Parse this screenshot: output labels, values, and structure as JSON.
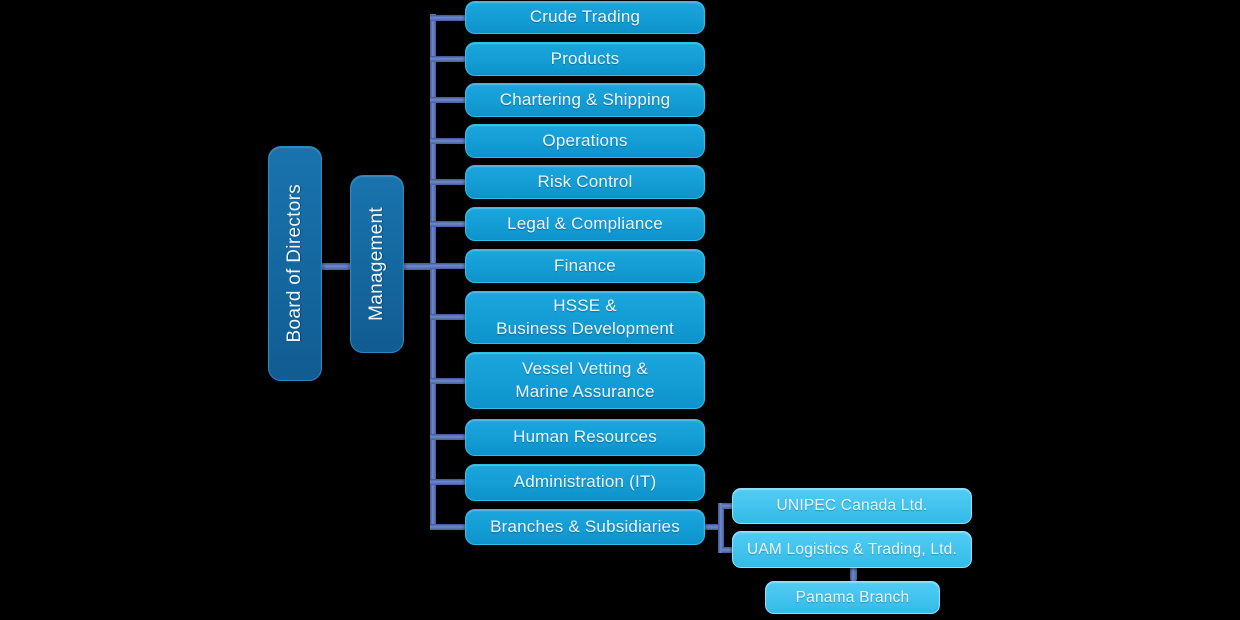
{
  "colors": {
    "background": "#000000",
    "primary_box": "#14679f",
    "department_box": "#149dd5",
    "subsidiary_box": "#41c3ee",
    "connector": "#5a74b8",
    "text": "#eef7fd"
  },
  "org": {
    "root": {
      "label": "Board of Directors"
    },
    "management": {
      "label": "Management"
    },
    "departments": [
      {
        "label": "Crude Trading"
      },
      {
        "label": "Products"
      },
      {
        "label": "Chartering & Shipping"
      },
      {
        "label": "Operations"
      },
      {
        "label": "Risk Control"
      },
      {
        "label": "Legal & Compliance"
      },
      {
        "label": "Finance"
      },
      {
        "label": "HSSE &\nBusiness Development"
      },
      {
        "label": "Vessel Vetting &\nMarine Assurance"
      },
      {
        "label": "Human Resources"
      },
      {
        "label": "Administration (IT)"
      },
      {
        "label": "Branches & Subsidiaries"
      }
    ],
    "subsidiaries": [
      {
        "label": "UNIPEC Canada Ltd."
      },
      {
        "label": "UAM Logistics & Trading, Ltd."
      },
      {
        "label": "Panama Branch"
      }
    ]
  }
}
